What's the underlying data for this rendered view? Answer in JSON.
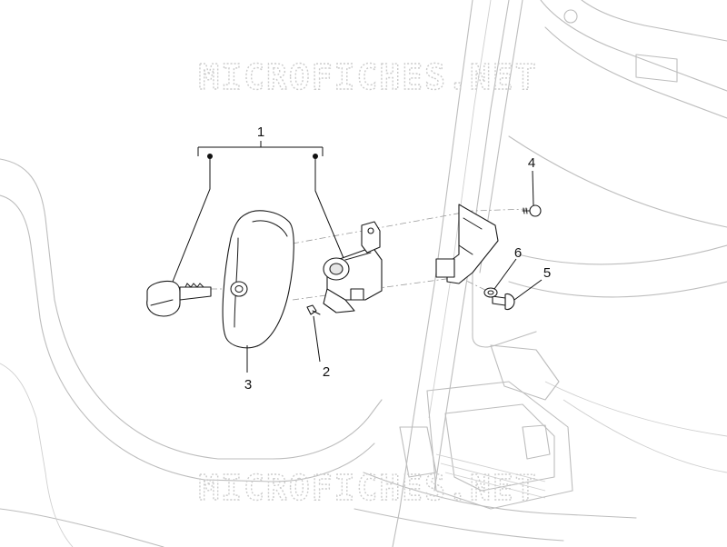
{
  "watermark": "MICROFICHES.NET",
  "callouts": {
    "c1": "1",
    "c2": "2",
    "c3": "3",
    "c4": "4",
    "c5": "5",
    "c6": "6"
  }
}
